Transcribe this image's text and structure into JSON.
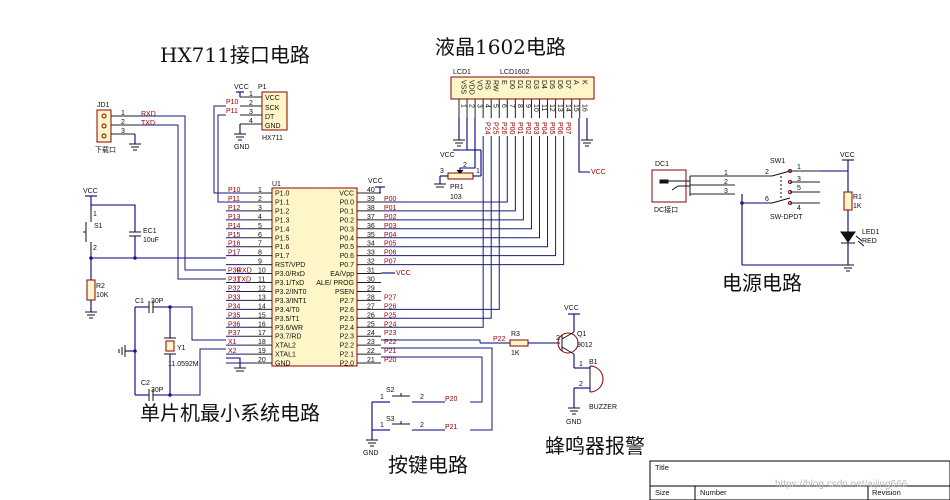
{
  "titles": {
    "hx711": "HX711接口电路",
    "lcd": "液晶1602电路",
    "mcu": "单片机最小系统电路",
    "power": "电源电路",
    "keys": "按键电路",
    "buzzer": "蜂鸣器报警"
  },
  "hx711": {
    "ref": "P1",
    "name": "HX711",
    "vcc": "VCC",
    "gnd": "GND",
    "pins": [
      "VCC",
      "SCK",
      "DT",
      "GND"
    ],
    "nums": [
      "1",
      "2",
      "3",
      "4"
    ],
    "nets": [
      "P10",
      "P11"
    ]
  },
  "jd1": {
    "ref": "JD1",
    "label": "下载口",
    "nums": [
      "1",
      "2",
      "3"
    ],
    "nets": [
      "RXD",
      "TXD"
    ]
  },
  "lcd": {
    "ref": "LCD1",
    "name": "LCD1602",
    "pins": [
      "VSS",
      "VDD",
      "VO",
      "RS",
      "RW",
      "E",
      "D0",
      "D1",
      "D2",
      "D3",
      "D4",
      "D5",
      "D6",
      "D7",
      "A",
      "K"
    ],
    "nums": [
      "1",
      "2",
      "3",
      "4",
      "5",
      "6",
      "7",
      "8",
      "9",
      "10",
      "11",
      "12",
      "13",
      "14",
      "15",
      "16"
    ],
    "nets": [
      "P24",
      "P25",
      "P26",
      "P00",
      "P01",
      "P02",
      "P03",
      "P04",
      "P05",
      "P06",
      "P07"
    ],
    "pot_ref": "PR1",
    "pot_val": "103",
    "vcc": "VCC",
    "pot_nums": [
      "3",
      "1",
      "2"
    ]
  },
  "mcu": {
    "ref": "U1",
    "left": [
      {
        "net": "P10",
        "num": "1",
        "name": "P1.0"
      },
      {
        "net": "P11",
        "num": "2",
        "name": "P1.1"
      },
      {
        "net": "P12",
        "num": "3",
        "name": "P1.2"
      },
      {
        "net": "P13",
        "num": "4",
        "name": "P1.3"
      },
      {
        "net": "P14",
        "num": "5",
        "name": "P1.4"
      },
      {
        "net": "P15",
        "num": "6",
        "name": "P1.5"
      },
      {
        "net": "P16",
        "num": "7",
        "name": "P1.6"
      },
      {
        "net": "P17",
        "num": "8",
        "name": "P1.7"
      },
      {
        "net": "",
        "num": "9",
        "name": "RST/VPD"
      },
      {
        "net": "P30",
        "net2": "RXD",
        "num": "10",
        "name": "P3.0/RxD"
      },
      {
        "net": "P31",
        "net2": "TXD",
        "num": "11",
        "name": "P3.1/TxD"
      },
      {
        "net": "P32",
        "num": "12",
        "name": "P3.2/INT0"
      },
      {
        "net": "P33",
        "num": "13",
        "name": "P3.3/INT1"
      },
      {
        "net": "P34",
        "num": "14",
        "name": "P3.4/T0"
      },
      {
        "net": "P35",
        "num": "15",
        "name": "P3.5/T1"
      },
      {
        "net": "P36",
        "num": "16",
        "name": "P3.6/WR"
      },
      {
        "net": "P37",
        "num": "17",
        "name": "P3.7/RD"
      },
      {
        "net": "X1",
        "num": "18",
        "name": "XTAL2"
      },
      {
        "net": "X2",
        "num": "19",
        "name": "XTAL1"
      },
      {
        "net": "",
        "num": "20",
        "name": "GND"
      }
    ],
    "right": [
      {
        "net": "",
        "num": "40",
        "name": "VCC"
      },
      {
        "net": "P00",
        "num": "39",
        "name": "P0.0"
      },
      {
        "net": "P01",
        "num": "38",
        "name": "P0.1"
      },
      {
        "net": "P02",
        "num": "37",
        "name": "P0.2"
      },
      {
        "net": "P03",
        "num": "36",
        "name": "P0.3"
      },
      {
        "net": "P04",
        "num": "35",
        "name": "P0.4"
      },
      {
        "net": "P05",
        "num": "34",
        "name": "P0.5"
      },
      {
        "net": "P06",
        "num": "33",
        "name": "P0.6"
      },
      {
        "net": "P07",
        "num": "32",
        "name": "P0.7"
      },
      {
        "net": "",
        "num": "31",
        "name": "EA/Vpp"
      },
      {
        "net": "",
        "num": "30",
        "name": "ALE/ PROG"
      },
      {
        "net": "",
        "num": "29",
        "name": "PSEN"
      },
      {
        "net": "P27",
        "num": "28",
        "name": "P2.7"
      },
      {
        "net": "P26",
        "num": "27",
        "name": "P2.6"
      },
      {
        "net": "P25",
        "num": "26",
        "name": "P2.5"
      },
      {
        "net": "P24",
        "num": "25",
        "name": "P2.4"
      },
      {
        "net": "P23",
        "num": "24",
        "name": "P2.3"
      },
      {
        "net": "P22",
        "num": "23",
        "name": "P2.2"
      },
      {
        "net": "P21",
        "num": "22",
        "name": "P2.1"
      },
      {
        "net": "P20",
        "num": "21",
        "name": "P2.0"
      }
    ],
    "vcc": "VCC"
  },
  "reset": {
    "vcc": "VCC",
    "s1": "S1",
    "ec1": "EC1",
    "ec1_val": "10uF",
    "r2": "R2",
    "r2_val": "10K",
    "s1_nums": [
      "1",
      "2"
    ]
  },
  "crystal": {
    "c1": "C1",
    "c1_val": "30P",
    "c2": "C2",
    "c2_val": "30P",
    "y1": "Y1",
    "y1_val": "11.0592M"
  },
  "power": {
    "dc1": "DC1",
    "dc_label": "DC接口",
    "dc_nums": [
      "1",
      "2",
      "3"
    ],
    "sw1": "SW1",
    "sw_label": "SW-DPDT",
    "sw_nums": [
      "2",
      "1",
      "3",
      "5",
      "6",
      "4"
    ],
    "vcc": "VCC",
    "r1": "R1",
    "r1_val": "1K",
    "led1": "LED1",
    "led_color": "RED"
  },
  "keys": {
    "s2": "S2",
    "s3": "S3",
    "nets": [
      "P20",
      "P21"
    ],
    "nums": [
      "1",
      "2"
    ],
    "gnd": "GND"
  },
  "buzzer": {
    "net": "P22",
    "r3": "R3",
    "r3_val": "1K",
    "q1": "Q1",
    "q1_val": "9012",
    "vcc": "VCC",
    "b1": "B1",
    "b1_val": "BUZZER",
    "gnd": "GND",
    "nums": [
      "1",
      "2",
      "3"
    ]
  },
  "titleblock": {
    "title": "Title",
    "size": "Size",
    "number": "Number",
    "revision": "Revision"
  },
  "watermark": "https://blog.csdn.net/aijing666"
}
